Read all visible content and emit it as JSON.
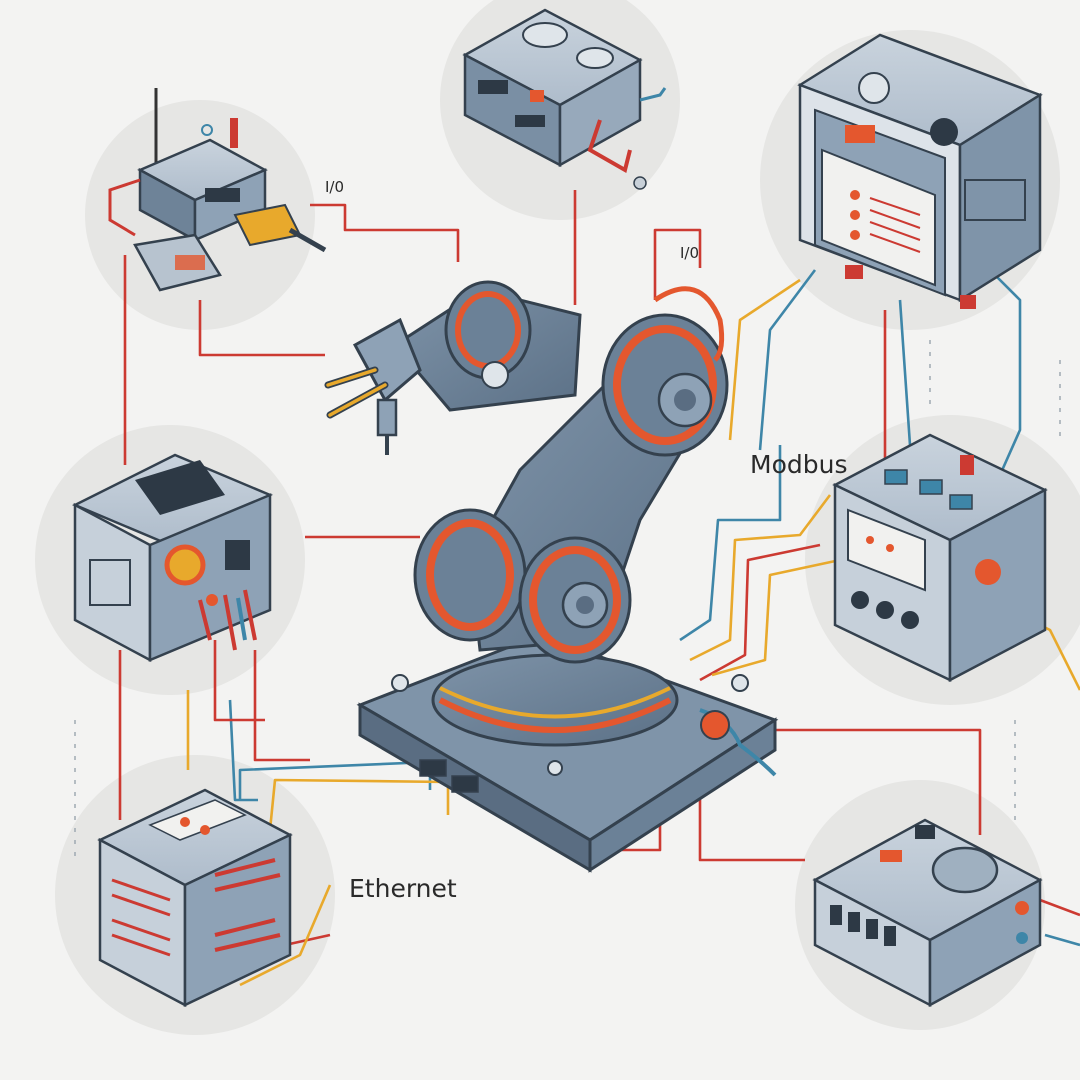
{
  "labels": {
    "io_top_left": "I/0",
    "io_top_right": "I/0",
    "modbus": "Modbus",
    "ethernet": "Ethernet"
  },
  "colors": {
    "background": "#f3f3f2",
    "device_body": "#8a9db1",
    "device_dark": "#5a6d82",
    "robot_body": "#6b8197",
    "accent_orange": "#e4572e",
    "accent_yellow": "#e8a92c",
    "wire_red": "#cc3a32",
    "wire_blue": "#3e86a8"
  },
  "icons": [
    "robot-arm-icon",
    "plc-controller-icon",
    "network-router-icon",
    "sensor-module-icon",
    "io-module-icon",
    "power-supply-icon",
    "control-panel-icon"
  ]
}
